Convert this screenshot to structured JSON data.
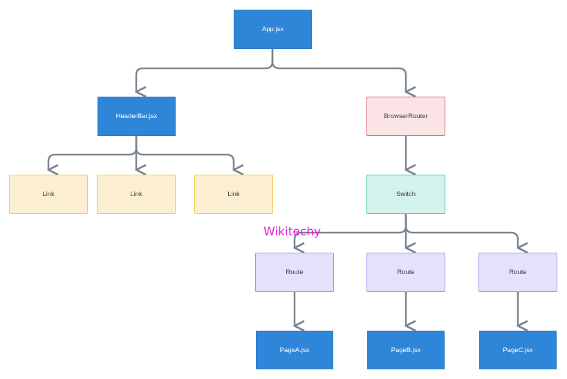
{
  "diagram": {
    "nodes": {
      "app": "App.jsx",
      "headerbar": "HeaderBar.jsx",
      "link1": "Link",
      "link2": "Link",
      "link3": "Link",
      "browserrouter": "BrowserRouter",
      "switch": "Switch",
      "route1": "Route",
      "route2": "Route",
      "route3": "Route",
      "pagea": "PageA.jsx",
      "pageb": "PageB.jsx",
      "pagec": "PageC.jsx"
    },
    "edges": [
      [
        "app",
        "headerbar"
      ],
      [
        "app",
        "browserrouter"
      ],
      [
        "headerbar",
        "link1"
      ],
      [
        "headerbar",
        "link2"
      ],
      [
        "headerbar",
        "link3"
      ],
      [
        "browserrouter",
        "switch"
      ],
      [
        "switch",
        "route1"
      ],
      [
        "switch",
        "route2"
      ],
      [
        "switch",
        "route3"
      ],
      [
        "route1",
        "pagea"
      ],
      [
        "route2",
        "pageb"
      ],
      [
        "route3",
        "pagec"
      ]
    ],
    "colors": {
      "connector": "#7b8591",
      "component_blue": "#2f86d8",
      "link_yellow": "#fcefd1",
      "router_pink": "#fbe3e6",
      "switch_teal": "#d4f2ee",
      "route_purple": "#e4e1fb"
    }
  },
  "watermark": "Wikitechy"
}
